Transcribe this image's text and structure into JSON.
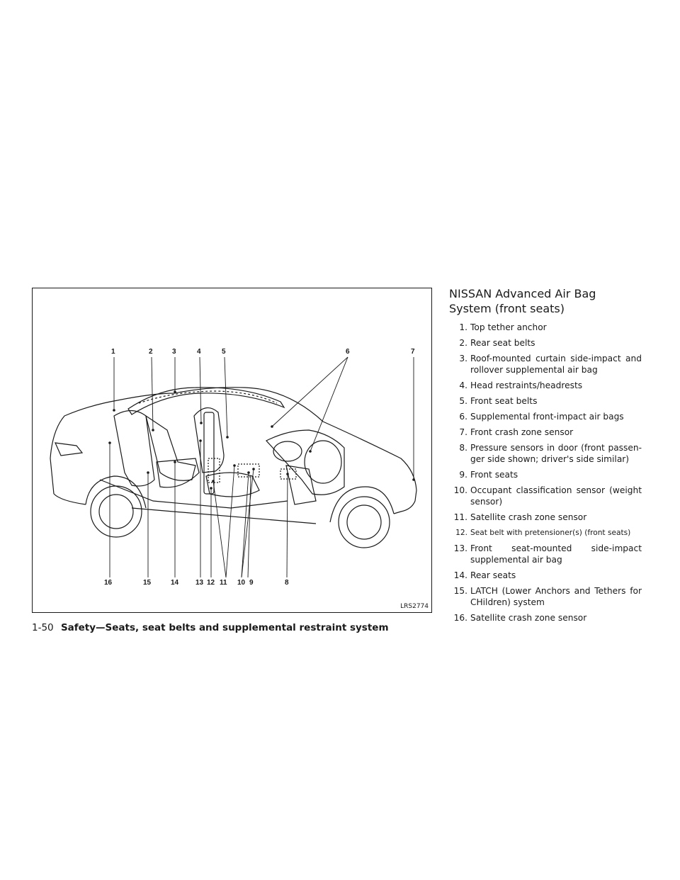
{
  "figure": {
    "id": "LRS2774",
    "callouts_top": [
      "1",
      "2",
      "3",
      "4",
      "5",
      "6",
      "7"
    ],
    "callouts_bottom": [
      "16",
      "15",
      "14",
      "13",
      "12",
      "11",
      "10",
      "9",
      "8"
    ]
  },
  "section": {
    "title": "NISSAN Advanced Air Bag System (front seats)",
    "items": [
      {
        "num": "1.",
        "text": "Top tether anchor"
      },
      {
        "num": "2.",
        "text": "Rear seat belts"
      },
      {
        "num": "3.",
        "text": "Roof-mounted curtain side-impact and rollover supplemental air bag"
      },
      {
        "num": "4.",
        "text": "Head restraints/headrests"
      },
      {
        "num": "5.",
        "text": "Front seat belts"
      },
      {
        "num": "6.",
        "text": "Supplemental front-impact air bags"
      },
      {
        "num": "7.",
        "text": "Front crash zone sensor"
      },
      {
        "num": "8.",
        "text": "Pressure sensors in door (front passen-ger side shown; driver's side similar)"
      },
      {
        "num": "9.",
        "text": "Front seats"
      },
      {
        "num": "10.",
        "text": "Occupant classification sensor (weight sensor)"
      },
      {
        "num": "11.",
        "text": "Satellite crash zone sensor"
      },
      {
        "num": "12.",
        "text": "Seat belt with pretensioner(s) (front seats)"
      },
      {
        "num": "13.",
        "text": "Front seat-mounted side-impact supplemental air bag"
      },
      {
        "num": "14.",
        "text": "Rear seats"
      },
      {
        "num": "15.",
        "text": "LATCH (Lower Anchors and Tethers for CHildren) system"
      },
      {
        "num": "16.",
        "text": "Satellite crash zone sensor"
      }
    ]
  },
  "footer": {
    "page": "1-50",
    "title": "Safety—Seats, seat belts and supplemental restraint system"
  }
}
